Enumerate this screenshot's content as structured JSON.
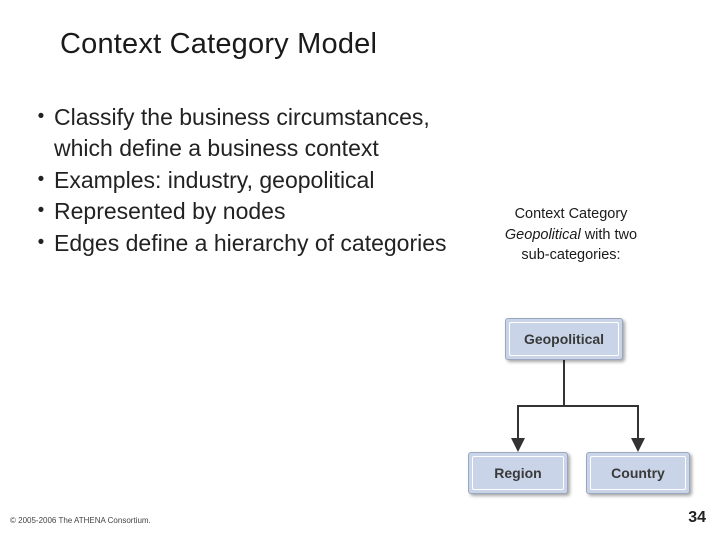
{
  "slide": {
    "title": "Context Category Model",
    "bullets": [
      {
        "marker": "•",
        "text": "Classify the business circumstances, which define a business context"
      },
      {
        "marker": "•",
        "text": "Examples: industry, geopolitical"
      },
      {
        "marker": "•",
        "text": "Represented by nodes"
      },
      {
        "marker": "•",
        "text": "Edges define a hierarchy of categories"
      }
    ],
    "side_caption": {
      "line1": "Context Category",
      "emphasis": "Geopolitical",
      "line2_rest": " with two",
      "line3": "sub-categories:"
    },
    "diagram": {
      "nodes": [
        {
          "id": "geopolitical",
          "label": "Geopolitical"
        },
        {
          "id": "region",
          "label": "Region"
        },
        {
          "id": "country",
          "label": "Country"
        }
      ],
      "node_fill": "#c9d4e8",
      "node_border": "#9aa7bd",
      "connector_color": "#333333"
    },
    "footer": "© 2005-2006 The ATHENA Consortium.",
    "page_number": "34"
  }
}
